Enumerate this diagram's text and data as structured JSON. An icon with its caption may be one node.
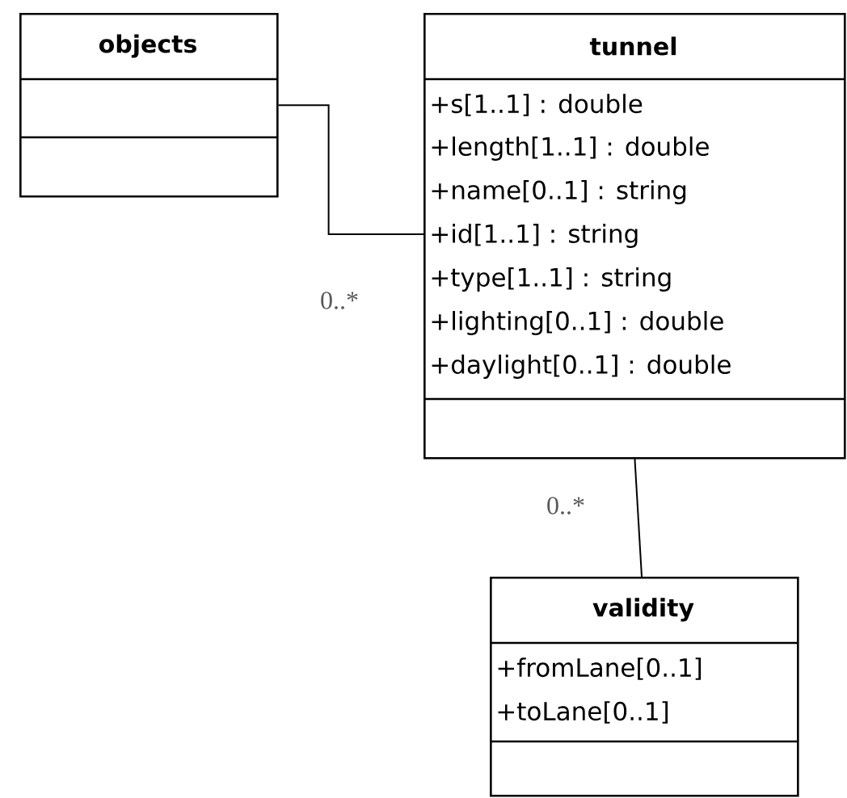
{
  "diagram": {
    "nodes": [
      {
        "text": [
          "objects"
        ]
      },
      {
        "text": [
          "tunnel",
          "+s[1..1] : double",
          "+length[1..1] : double",
          "+name[0..1] : string",
          "+id[1..1] : string",
          "+type[1..1] : string",
          "+lighting[0..1] : double",
          "+daylight[0..1] : double"
        ]
      },
      {
        "text": [
          "validity",
          "+fromLane[0..1]",
          "+toLane[0..1]"
        ]
      }
    ],
    "edges": [
      {
        "from": 0,
        "to": 1,
        "arrow": "none",
        "label": "0..*"
      },
      {
        "from": 1,
        "to": 2,
        "arrow": "none",
        "label": "0..*"
      }
    ]
  }
}
